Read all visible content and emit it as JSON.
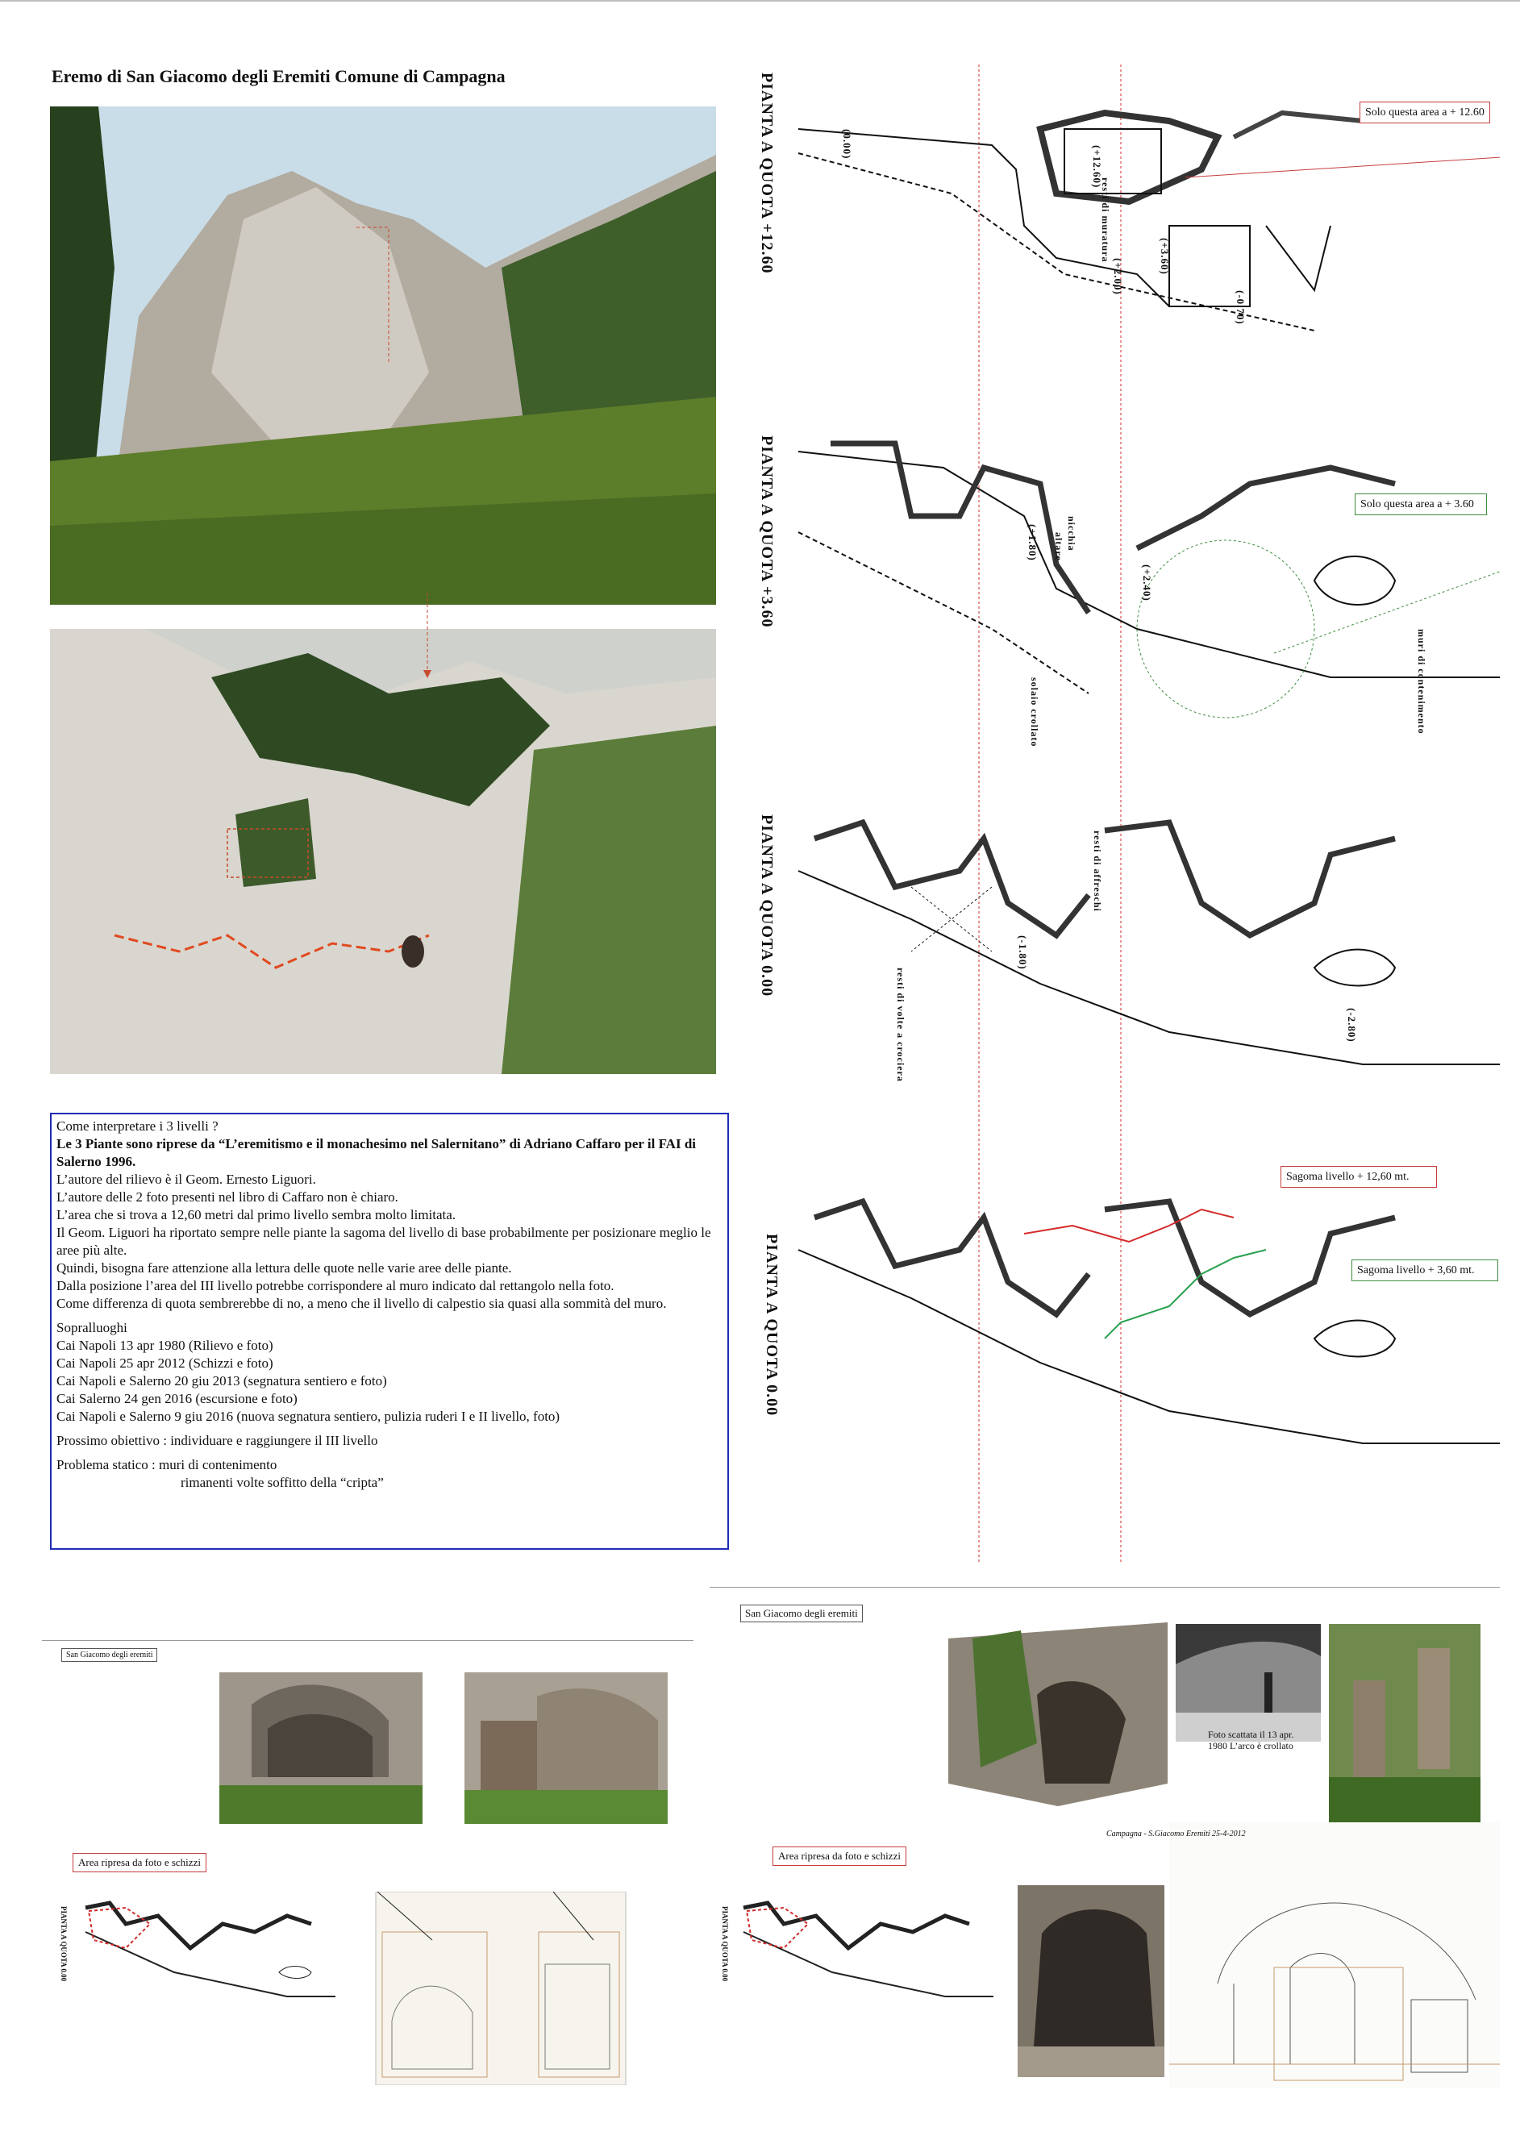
{
  "title": "Eremo di San Giacomo degli Eremiti  Comune di  Campagna",
  "plans": {
    "p1_label": "PIANTA A QUOTA +12.60",
    "p2_label": "PIANTA A QUOTA +3.60",
    "p3_label": "PIANTA A QUOTA 0.00",
    "p4_label": "PIANTA A QUOTA 0.00",
    "callout1": "Solo questa area a + 12.60",
    "callout2": "Solo questa area a + 3.60",
    "callout3": "Sagoma livello + 12,60 mt.",
    "callout4": "Sagoma livello + 3,60 mt.",
    "elev": [
      "(0.00)",
      "(+12.60)",
      "(+2.00)",
      "(+3.60)",
      "(-0.70)",
      "(+1.80)",
      "(+2.40)",
      "(-1.80)",
      "(-2.80)"
    ],
    "words": [
      "resti di muratura",
      "nicchia",
      "altare",
      "solaio crollato",
      "muri di contenimento",
      "resti di affreschi",
      "resti di volte a crociera"
    ]
  },
  "text": {
    "l1": "Come interpretare i 3 livelli ?",
    "l2": "Le 3 Piante sono riprese da “L’eremitismo e il monachesimo nel Salernitano” di Adriano Caffaro per il FAI di Salerno 1996.",
    "l3": "L’autore del rilievo è il Geom. Ernesto Liguori.",
    "l4": "L’autore delle 2 foto presenti nel libro di Caffaro non è chiaro.",
    "l5": "L’area che si trova a 12,60 metri dal primo livello sembra molto limitata.",
    "l6": "Il Geom. Liguori ha riportato sempre nelle piante la sagoma del livello di base probabilmente per posizionare meglio le aree più alte.",
    "l7": "Quindi, bisogna fare attenzione alla lettura delle quote nelle varie aree delle piante.",
    "l8": "Dalla posizione l’area del III livello potrebbe corrispondere al muro indicato dal rettangolo nella foto.",
    "l9": "Come differenza di quota sembrerebbe di no, a meno che il livello di calpestio sia quasi alla sommità del muro.",
    "sop_title": "Sopralluoghi",
    "visits": [
      "Cai Napoli   13 apr  1980  (Rilievo e foto)",
      "Cai Napoli   25 apr  2012  (Schizzi e foto)",
      "Cai Napoli e Salerno  20 giu 2013 (segnatura sentiero e foto)",
      "Cai Salerno  24 gen 2016 (escursione e foto)",
      "Cai Napoli e Salerno  9 giu 2016   (nuova segnatura sentiero, pulizia ruderi I e II livello, foto)"
    ],
    "goal": "Prossimo obiettivo : individuare e raggiungere il III livello",
    "prob1": "Problema statico :   muri di contenimento",
    "prob2": "rimanenti volte soffitto della “cripta”"
  },
  "bottom": {
    "left_label": "San Giacomo degli eremiti",
    "left_area": "Area ripresa da foto e schizzi",
    "right_label": "San Giacomo degli eremiti",
    "right_area": "Area ripresa da foto e schizzi",
    "caption": "Foto scattata il 13 apr. 1980 L’arco è crollato",
    "sketch_note": "Campagna - S.Giacomo Eremiti  25-4-2012",
    "mini_label": "PIANTA A QUOTA 0.00"
  }
}
